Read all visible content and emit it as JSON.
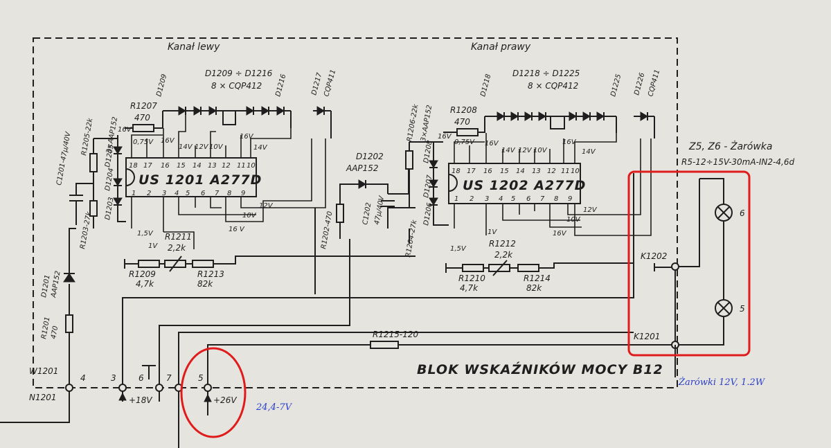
{
  "labels": {
    "kanal_lewy": "Kanał lewy",
    "kanal_prawy": "Kanał prawy",
    "d1209_d1216": "D1209 ÷ D1216",
    "d1209_count": "8 × CQP412",
    "d1218_d1225": "D1218 ÷ D1225",
    "d1218_count": "8 × CQP412",
    "d1209": "D1209",
    "d1216": "D1216",
    "d1217": "D1217",
    "d1217_type": "CQP411",
    "d1218": "D1218",
    "d1225": "D1225",
    "d1226": "D1226",
    "d1226_type": "CQP411",
    "r1207": "R1207",
    "r1207_val": "470",
    "r1208": "R1208",
    "r1208_val": "470",
    "r1205": "R1205-22k",
    "r1206": "R1206-22k",
    "aap152_left": "3×AAP152",
    "aap152_right": "3×AAP152",
    "d1205": "D1205",
    "d1204": "D1204",
    "d1203": "D1203",
    "d1206": "D1206",
    "d1207": "D1207",
    "d1208": "D1208",
    "c1201": "C1201-47µ/40V",
    "r1203": "R1203-27k",
    "r1204": "R1204-27k",
    "d1202": "D1202",
    "d1202_type": "AAP152",
    "r1202": "R1202-470",
    "c1202": "C1202",
    "c1202_val": "47µ/40V",
    "d1201": "D1201",
    "d1201_type": "AAP152",
    "r1201": "R1201",
    "r1201_val": "470",
    "r1211": "R1211",
    "r1211_val": "2,2k",
    "r1212": "R1212",
    "r1212_val": "2,2k",
    "r1209": "R1209",
    "r1209_val": "4,7k",
    "r1213": "R1213",
    "r1213_val": "82k",
    "r1210": "R1210",
    "r1210_val": "4,7k",
    "r1214": "R1214",
    "r1214_val": "82k",
    "r1215": "R1215-120",
    "us1201": "US 1201  A277D",
    "us1202": "US 1202  A277D",
    "z5z6": "Z5, Z6 - Żarówka",
    "z5z6_spec": "R5-12÷15V-30mA-IN2-4,6d",
    "k1202": "K1202",
    "k1201": "K1201",
    "lamp6": "6",
    "lamp5": "5",
    "w1201": "W1201",
    "n1201": "N1201",
    "pin4": "4",
    "pin3": "3",
    "pin6": "6",
    "pin7": "7",
    "pin5": "5",
    "plus18": "+18V",
    "plus26": "+26V",
    "blok": "BLOK  WSKAŹNIKÓW  MOCY   B12"
  },
  "voltages": {
    "v16_l": "16V",
    "v075_l": "0,75V",
    "v16b_l": "16V",
    "v14_l": "14V",
    "v12_l": "12V",
    "v10_l": "10V",
    "v16c_l": "16V",
    "v14b_l": "14V",
    "v12b_l": "12V",
    "v10b_l": "10V",
    "v16d_l": "16 V",
    "v15_l": "1,5V",
    "v1_l": "1V",
    "v16_r": "16V",
    "v075_r": "0,75V",
    "v16b_r": "16V",
    "v14_r": "14V",
    "v12_r": "12V",
    "v10_r": "10V",
    "v16c_r": "16V",
    "v14b_r": "14V",
    "v12b_r": "12V",
    "v10b_r": "10V",
    "v16d_r": "16V",
    "v15_r": "1,5V",
    "v1_r": "1V"
  },
  "pins": {
    "top": [
      "18",
      "17",
      "16",
      "15",
      "14",
      "13",
      "12",
      "11",
      "10"
    ],
    "bottom": [
      "1",
      "2",
      "3",
      "4",
      "5",
      "6",
      "7",
      "8",
      "9"
    ]
  },
  "annotations": {
    "voltage_note": "24,4-7V",
    "bulb_note": "Żarówki 12V, 1.2W"
  }
}
